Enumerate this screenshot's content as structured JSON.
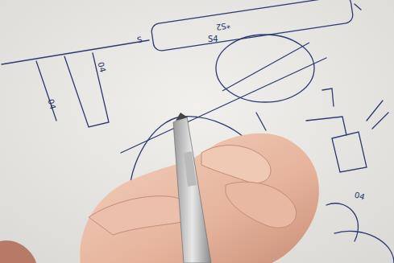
{
  "diagram": {
    "nodes": [
      {
        "text": [
          "*S2"
        ]
      },
      {
        "text": [
          "S4"
        ]
      }
    ],
    "labels": [
      "S",
      "04",
      "04",
      "04"
    ]
  }
}
